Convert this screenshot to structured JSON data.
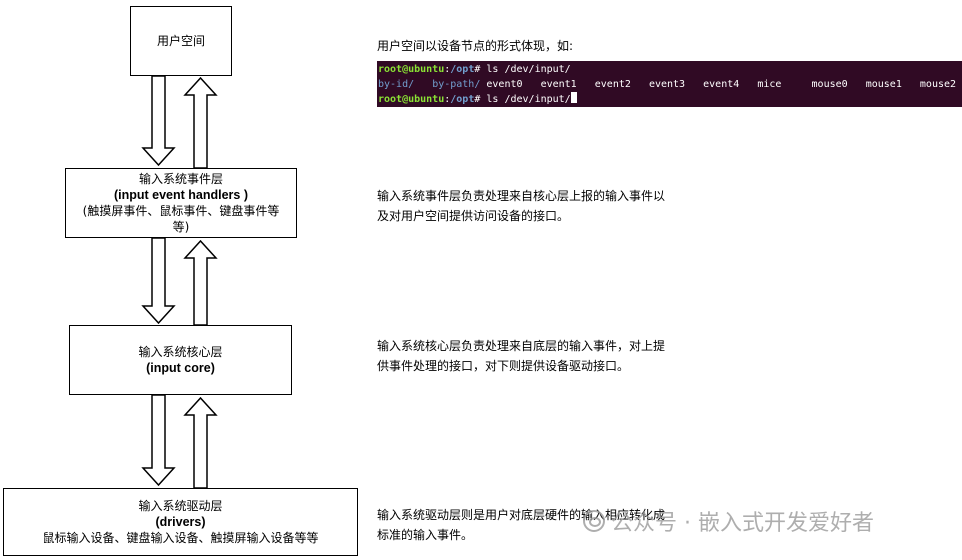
{
  "layers": {
    "user": {
      "title": "用户空间"
    },
    "handlers": {
      "title": "输入系统事件层",
      "subtitle": "(input event handlers )",
      "note": "(触摸屏事件、鼠标事件、键盘事件等等)"
    },
    "core": {
      "title": "输入系统核心层",
      "subtitle": "(input core)"
    },
    "drivers": {
      "title": "输入系统驱动层",
      "subtitle": "(drivers)",
      "note": "鼠标输入设备、键盘输入设备、触摸屏输入设备等等"
    }
  },
  "descriptions": {
    "user": "用户空间以设备节点的形式体现，如:",
    "handlers": "输入系统事件层负责处理来自核心层上报的输入事件以及对用户空间提供访问设备的接口。",
    "core": "输入系统核心层负责处理来自底层的输入事件，对上提供事件处理的接口，对下则提供设备驱动接口。",
    "drivers": "输入系统驱动层则是用户对底层硬件的输入相应转化成标准的输入事件。"
  },
  "terminal": {
    "user": "root@ubuntu",
    "path": "/opt",
    "command": "ls /dev/input/",
    "dirs": [
      "by-id/",
      "by-path/"
    ],
    "files": [
      "event0",
      "event1",
      "event2",
      "event3",
      "event4",
      "mice",
      "mouse0",
      "mouse1",
      "mouse2"
    ],
    "colors": {
      "background": "#300a24",
      "user": "#8ae234",
      "path": "#729fcf"
    }
  },
  "watermark": {
    "text": "公众号 · 嵌入式开发爱好者"
  }
}
